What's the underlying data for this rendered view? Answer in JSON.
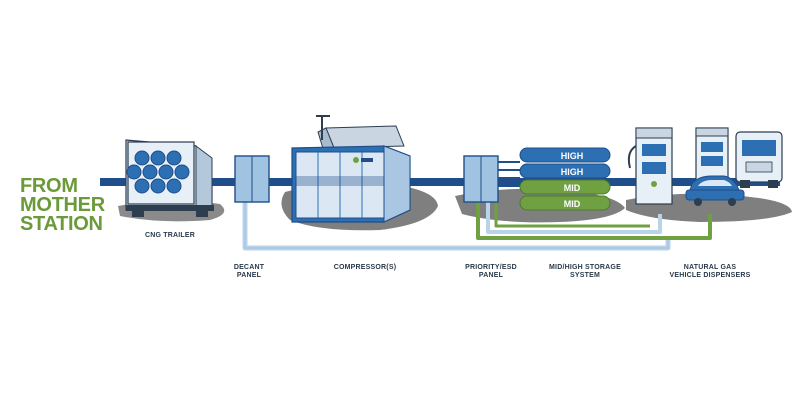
{
  "heading": {
    "lines": [
      "FROM",
      "MOTHER",
      "STATION"
    ]
  },
  "components": {
    "cng_trailer": "CNG TRAILER",
    "decant_panel": [
      "DECANT",
      "PANEL"
    ],
    "compressor": "COMPRESSOR(S)",
    "priority_panel": [
      "PRIORITY/ESD",
      "PANEL"
    ],
    "storage_system": [
      "MID/HIGH STORAGE",
      "SYSTEM"
    ],
    "dispensers": [
      "NATURAL GAS",
      "VEHICLE DISPENSERS"
    ]
  },
  "storage_tanks": [
    "HIGH",
    "HIGH",
    "MID",
    "MID"
  ],
  "colors": {
    "heading": "#6a9a3a",
    "main_line": "#1f4e8a",
    "equipment_blue": "#2c6fb3",
    "panel": "#9fc3e0",
    "high_tank": "#2c6fb3",
    "mid_tank": "#6fa042",
    "ground": "#7a7a7a",
    "return_line_light": "#b9d3ea",
    "return_line_green": "#6fa042"
  },
  "icons": [
    "cylinder-bundle-icon",
    "brand-logo-icon",
    "nozzle-icon"
  ]
}
